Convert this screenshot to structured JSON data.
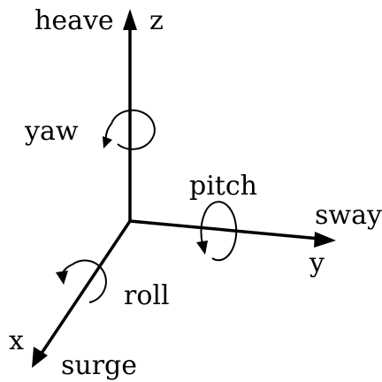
{
  "diagram": {
    "title": "",
    "axes": [
      {
        "axis": "z",
        "axis_label": "z",
        "translation": "heave",
        "rotation": "yaw"
      },
      {
        "axis": "y",
        "axis_label": "y",
        "translation": "sway",
        "rotation": "pitch"
      },
      {
        "axis": "x",
        "axis_label": "x",
        "translation": "surge",
        "rotation": "roll"
      }
    ],
    "colors": {
      "ink": "#000000",
      "background": "#ffffff"
    }
  }
}
